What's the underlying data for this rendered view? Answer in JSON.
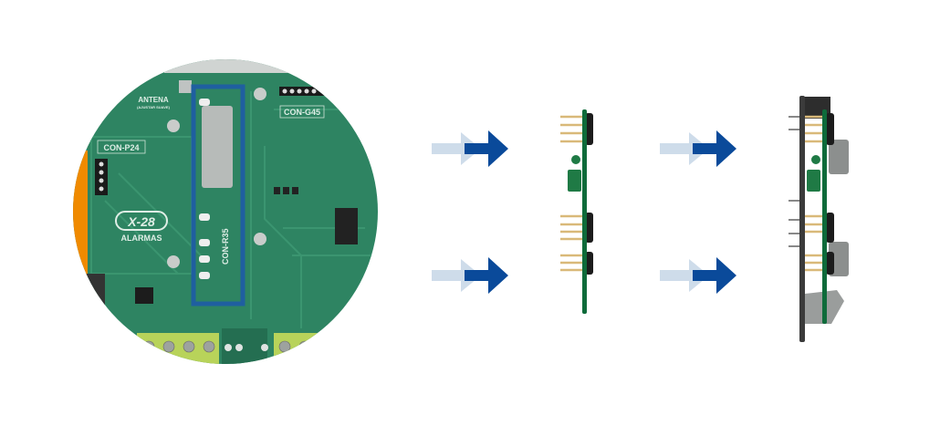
{
  "board": {
    "antenna_label": "ANTENA",
    "antenna_note": "(AJUSTAR SUAVE)",
    "con_g45": "CON-G45",
    "con_p24": "CON-P24",
    "con_r35": "CON-R35",
    "logo_text": "X-28",
    "brand": "ALARMAS"
  },
  "colors": {
    "pcb": "#2e8462",
    "pcb_dark": "#246e51",
    "highlight": "#1f5fa0",
    "arrow_dark": "#0a4a9a",
    "arrow_light": "#c9d8e8",
    "pin_gold": "#d9b979",
    "terminal": "#b8d35a",
    "orange": "#f08a00"
  },
  "steps": [
    {
      "name": "board-closeup"
    },
    {
      "name": "module-side-view"
    },
    {
      "name": "module-installed-side-view"
    }
  ]
}
